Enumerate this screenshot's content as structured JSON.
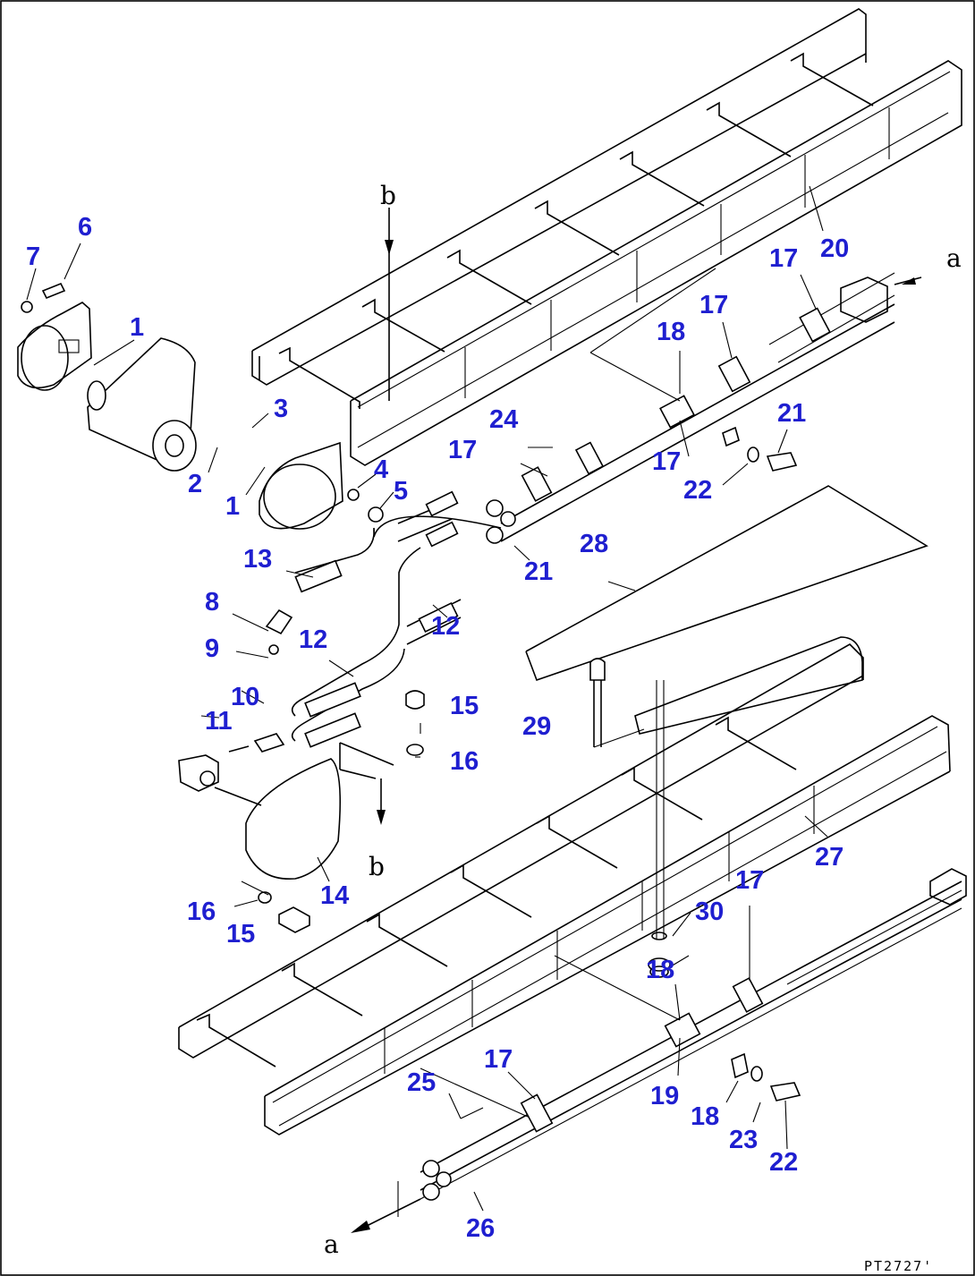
{
  "diagram": {
    "drawing_code": "PT2727'",
    "part_labels": [
      "1",
      "1",
      "2",
      "3",
      "4",
      "5",
      "6",
      "7",
      "8",
      "9",
      "10",
      "11",
      "12",
      "12",
      "13",
      "14",
      "15",
      "15",
      "16",
      "16",
      "17",
      "17",
      "17",
      "17",
      "17",
      "17",
      "18",
      "18",
      "18",
      "19",
      "20",
      "21",
      "21",
      "22",
      "22",
      "23",
      "24",
      "25",
      "26",
      "27",
      "28",
      "29",
      "30"
    ],
    "ref_letters": {
      "a": "a",
      "b": "b"
    }
  }
}
